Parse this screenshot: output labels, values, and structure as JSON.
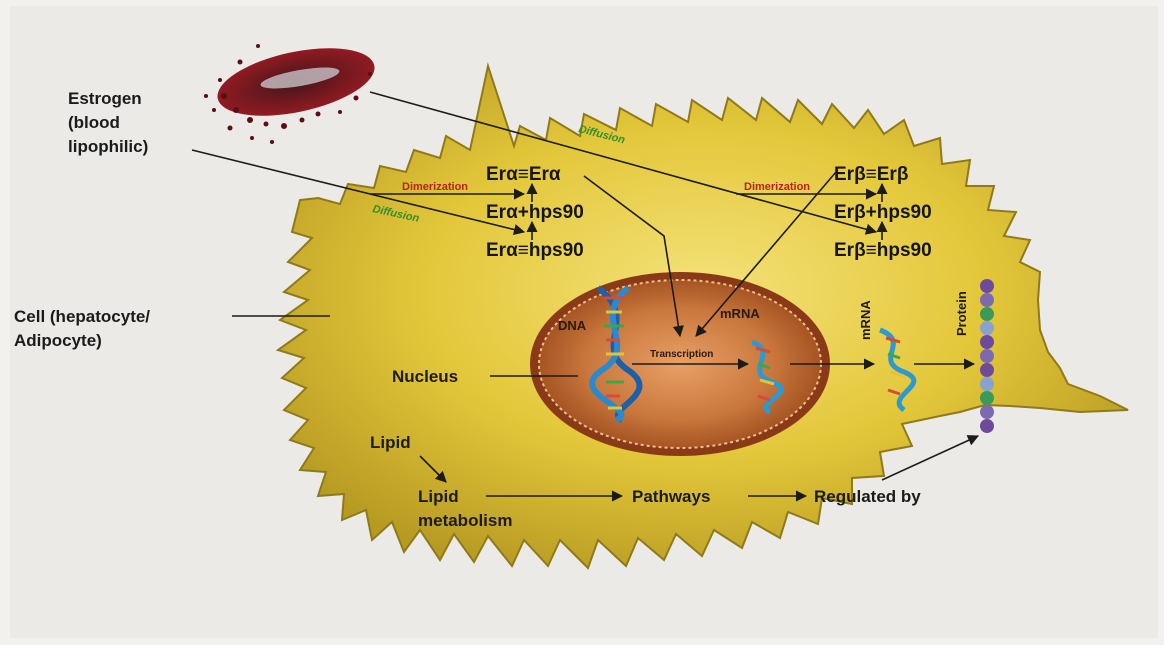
{
  "labels": {
    "estrogen_line1": "Estrogen",
    "estrogen_line2": "(blood",
    "estrogen_line3": "lipophilic)",
    "cell_line1": "Cell (hepatocyte/",
    "cell_line2": "Adipocyte)",
    "nucleus": "Nucleus",
    "lipid": "Lipid",
    "lipid_metabolism_line1": "Lipid",
    "lipid_metabolism_line2": "metabolism",
    "pathways": "Pathways",
    "regulated_by": "Regulated by",
    "dna": "DNA",
    "mrna_nucleus": "mRNA",
    "mrna_cytoplasm": "mRNA",
    "protein": "Protein",
    "transcription": "Transcription"
  },
  "alpha_pathway": {
    "dimer": "Erα≡Erα",
    "hsp_complex": "Erα+hps90",
    "bound": "Erα≡hps90",
    "dimerization": "Dimerization",
    "diffusion": "Diffusion"
  },
  "beta_pathway": {
    "dimer": "Erβ≡Erβ",
    "hsp_complex": "Erβ+hps90",
    "bound": "Erβ≡hps90",
    "dimerization": "Dimerization",
    "diffusion": "Diffusion"
  },
  "colors": {
    "cell_fill": "#e3c73a",
    "cell_edge": "#8f7a19",
    "nucleus_outer": "#a4441c",
    "nucleus_inner": "#d98e4f",
    "dimerization_text": "#b3261e",
    "diffusion_text": "#2f8f2f",
    "blood": "#8c1018"
  }
}
